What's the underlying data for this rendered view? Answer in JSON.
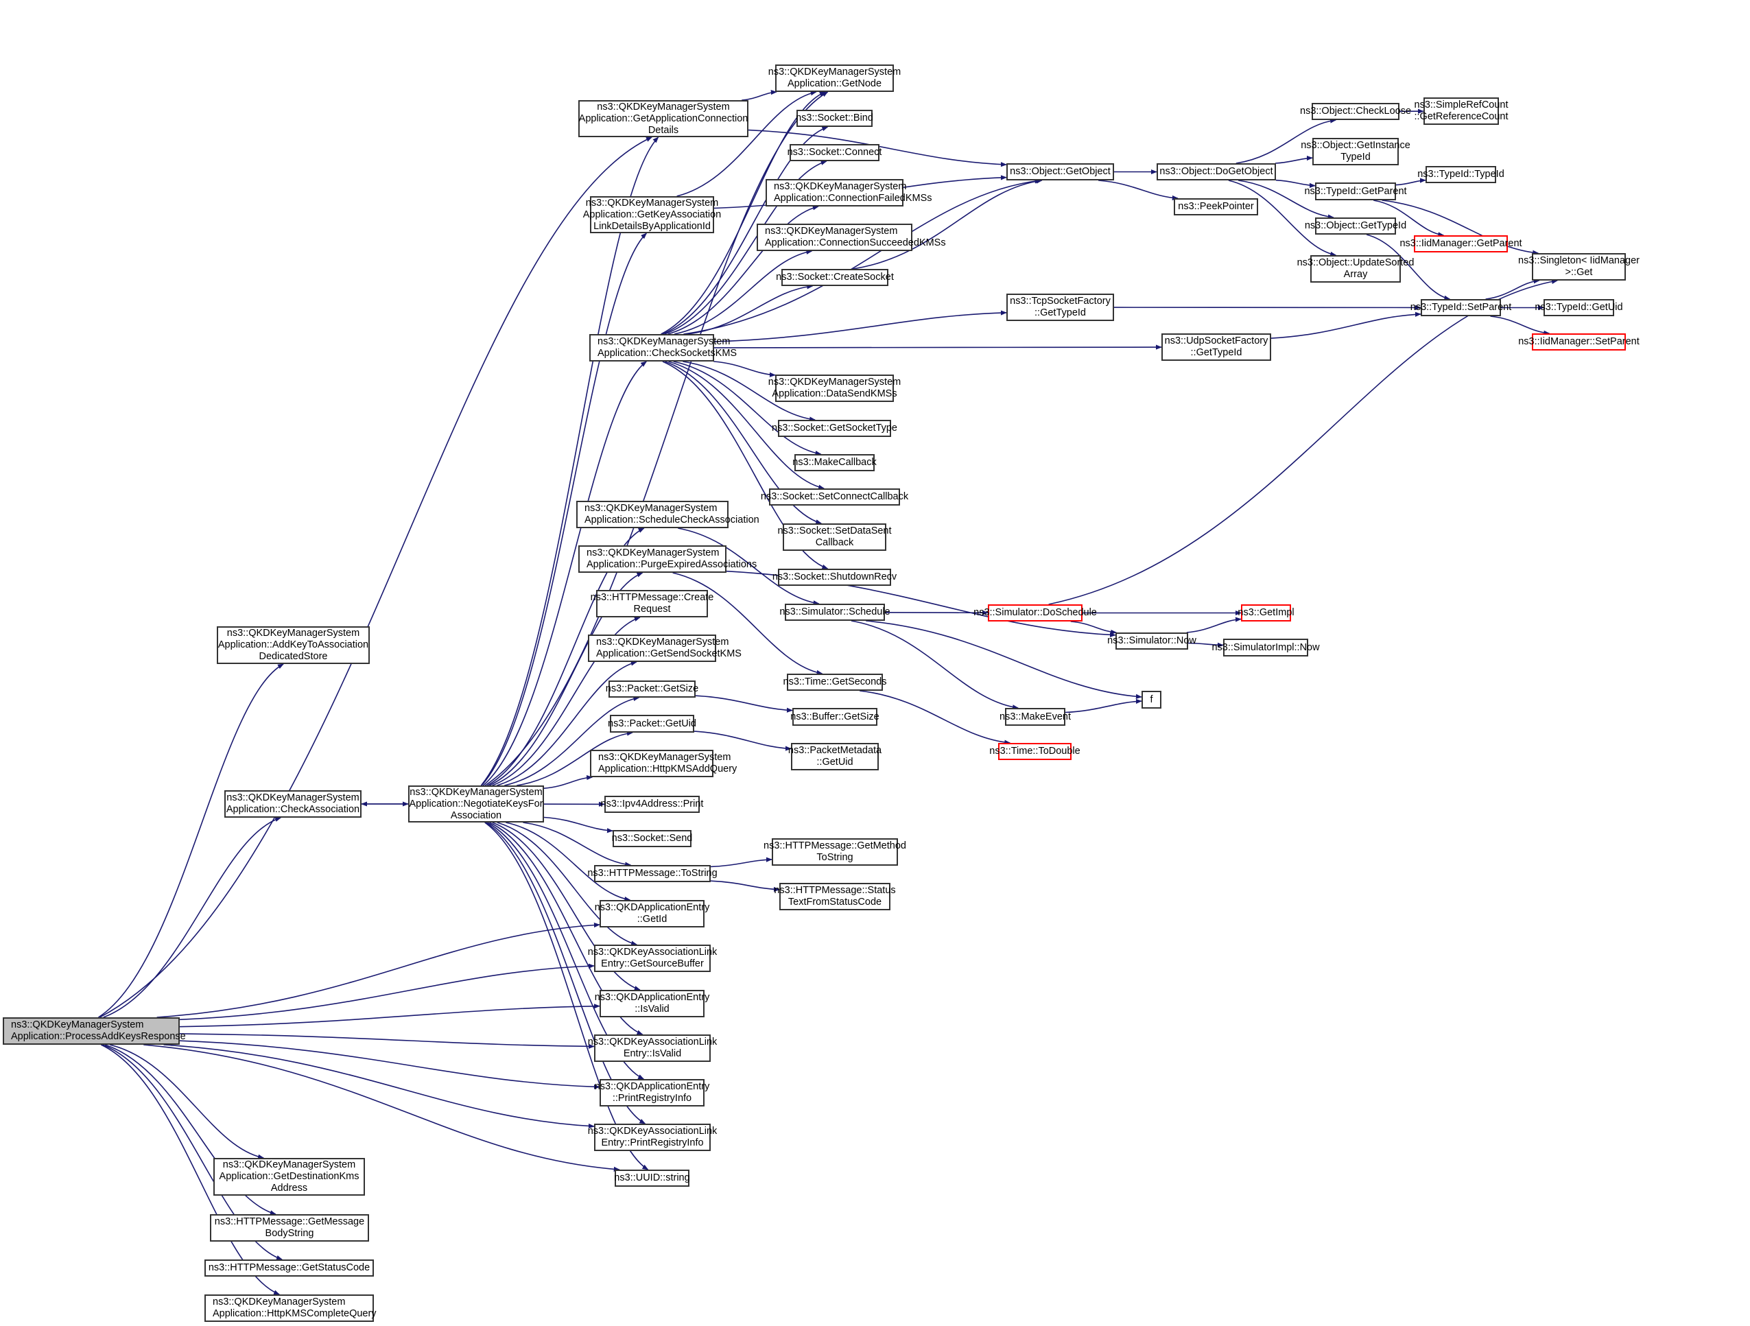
{
  "graph": {
    "title": "Call graph of ns3::QKDKeyManagerSystemApplication::ProcessAddKeysResponse",
    "edge_color": "#191970",
    "root_fill": "#bfbfbf",
    "missing_border": "#ff0000",
    "nodes": [
      {
        "id": "root",
        "lines": [
          "ns3::QKDKeyManagerSystem",
          "Application::ProcessAddKeysResponse"
        ],
        "root": true,
        "align": "left"
      },
      {
        "id": "addKey",
        "lines": [
          "ns3::QKDKeyManagerSystem",
          "Application::AddKeyToAssociation",
          "DedicatedStore"
        ]
      },
      {
        "id": "checkAssoc",
        "lines": [
          "ns3::QKDKeyManagerSystem",
          "Application::CheckAssociation"
        ]
      },
      {
        "id": "negotiate",
        "lines": [
          "ns3::QKDKeyManagerSystem",
          "Application::NegotiateKeysFor",
          "Association"
        ]
      },
      {
        "id": "getDest",
        "lines": [
          "ns3::QKDKeyManagerSystem",
          "Application::GetDestinationKms",
          "Address"
        ]
      },
      {
        "id": "getMsgBody",
        "lines": [
          "ns3::HTTPMessage::GetMessage",
          "BodyString"
        ]
      },
      {
        "id": "getStatus",
        "lines": [
          "ns3::HTTPMessage::GetStatusCode"
        ]
      },
      {
        "id": "httpComplete",
        "lines": [
          "ns3::QKDKeyManagerSystem",
          "Application::HttpKMSCompleteQuery"
        ],
        "align": "left"
      },
      {
        "id": "getAppConn",
        "lines": [
          "ns3::QKDKeyManagerSystem",
          "Application::GetApplicationConnection",
          "Details"
        ]
      },
      {
        "id": "getKeyAssoc",
        "lines": [
          "ns3::QKDKeyManagerSystem",
          "Application::GetKeyAssociation",
          "LinkDetailsByApplicationId"
        ]
      },
      {
        "id": "checkSockets",
        "lines": [
          "ns3::QKDKeyManagerSystem",
          "Application::CheckSocketsKMS"
        ],
        "align": "left"
      },
      {
        "id": "schedCheck",
        "lines": [
          "ns3::QKDKeyManagerSystem",
          "Application::ScheduleCheckAssociation"
        ],
        "align": "left"
      },
      {
        "id": "purge",
        "lines": [
          "ns3::QKDKeyManagerSystem",
          "Application::PurgeExpiredAssociations"
        ],
        "align": "left"
      },
      {
        "id": "createReq",
        "lines": [
          "ns3::HTTPMessage::Create",
          "Request"
        ]
      },
      {
        "id": "getSendSock",
        "lines": [
          "ns3::QKDKeyManagerSystem",
          "Application::GetSendSocketKMS"
        ],
        "align": "left"
      },
      {
        "id": "pktSize",
        "lines": [
          "ns3::Packet::GetSize"
        ]
      },
      {
        "id": "pktUid",
        "lines": [
          "ns3::Packet::GetUid"
        ]
      },
      {
        "id": "httpAdd",
        "lines": [
          "ns3::QKDKeyManagerSystem",
          "Application::HttpKMSAddQuery"
        ],
        "align": "left"
      },
      {
        "id": "ipv4Print",
        "lines": [
          "ns3::Ipv4Address::Print"
        ]
      },
      {
        "id": "sockSend",
        "lines": [
          "ns3::Socket::Send"
        ]
      },
      {
        "id": "toString",
        "lines": [
          "ns3::HTTPMessage::ToString"
        ]
      },
      {
        "id": "appGetId",
        "lines": [
          "ns3::QKDApplicationEntry",
          "::GetId"
        ]
      },
      {
        "id": "getSrcBuf",
        "lines": [
          "ns3::QKDKeyAssociationLink",
          "Entry::GetSourceBuffer"
        ]
      },
      {
        "id": "appIsValid",
        "lines": [
          "ns3::QKDApplicationEntry",
          "::IsValid"
        ]
      },
      {
        "id": "linkIsValid",
        "lines": [
          "ns3::QKDKeyAssociationLink",
          "Entry::IsValid"
        ]
      },
      {
        "id": "appPrint",
        "lines": [
          "ns3::QKDApplicationEntry",
          "::PrintRegistryInfo"
        ]
      },
      {
        "id": "linkPrint",
        "lines": [
          "ns3::QKDKeyAssociationLink",
          "Entry::PrintRegistryInfo"
        ]
      },
      {
        "id": "uuid",
        "lines": [
          "ns3::UUID::string"
        ]
      },
      {
        "id": "getNode",
        "lines": [
          "ns3::QKDKeyManagerSystem",
          "Application::GetNode"
        ]
      },
      {
        "id": "bind",
        "lines": [
          "ns3::Socket::Bind"
        ]
      },
      {
        "id": "connect",
        "lines": [
          "ns3::Socket::Connect"
        ]
      },
      {
        "id": "connFailed",
        "lines": [
          "ns3::QKDKeyManagerSystem",
          "Application::ConnectionFailedKMSs"
        ],
        "align": "left"
      },
      {
        "id": "connSucc",
        "lines": [
          "ns3::QKDKeyManagerSystem",
          "Application::ConnectionSucceededKMSs"
        ],
        "align": "left"
      },
      {
        "id": "createSock",
        "lines": [
          "ns3::Socket::CreateSocket"
        ]
      },
      {
        "id": "dataSend",
        "lines": [
          "ns3::QKDKeyManagerSystem",
          "Application::DataSendKMSs"
        ]
      },
      {
        "id": "sockType",
        "lines": [
          "ns3::Socket::GetSocketType"
        ]
      },
      {
        "id": "makeCb",
        "lines": [
          "ns3::MakeCallback"
        ]
      },
      {
        "id": "setConnCb",
        "lines": [
          "ns3::Socket::SetConnectCallback"
        ]
      },
      {
        "id": "setDataCb",
        "lines": [
          "ns3::Socket::SetDataSent",
          "Callback"
        ]
      },
      {
        "id": "shutdown",
        "lines": [
          "ns3::Socket::ShutdownRecv"
        ]
      },
      {
        "id": "schedule",
        "lines": [
          "ns3::Simulator::Schedule"
        ]
      },
      {
        "id": "getSeconds",
        "lines": [
          "ns3::Time::GetSeconds"
        ]
      },
      {
        "id": "bufSize",
        "lines": [
          "ns3::Buffer::GetSize"
        ]
      },
      {
        "id": "pmUid",
        "lines": [
          "ns3::PacketMetadata",
          "::GetUid"
        ]
      },
      {
        "id": "getMethod",
        "lines": [
          "ns3::HTTPMessage::GetMethod",
          "ToString"
        ]
      },
      {
        "id": "statusText",
        "lines": [
          "ns3::HTTPMessage::Status",
          "TextFromStatusCode"
        ]
      },
      {
        "id": "getObject",
        "lines": [
          "ns3::Object::GetObject"
        ]
      },
      {
        "id": "tcpType",
        "lines": [
          "ns3::TcpSocketFactory",
          "::GetTypeId"
        ]
      },
      {
        "id": "doSchedule",
        "lines": [
          "ns3::Simulator::DoSchedule"
        ],
        "red": true
      },
      {
        "id": "makeEvent",
        "lines": [
          "ns3::MakeEvent"
        ]
      },
      {
        "id": "toDouble",
        "lines": [
          "ns3::Time::ToDouble"
        ],
        "red": true
      },
      {
        "id": "doGetObject",
        "lines": [
          "ns3::Object::DoGetObject"
        ]
      },
      {
        "id": "peek",
        "lines": [
          "ns3::PeekPointer"
        ]
      },
      {
        "id": "udpType",
        "lines": [
          "ns3::UdpSocketFactory",
          "::GetTypeId"
        ]
      },
      {
        "id": "simNow",
        "lines": [
          "ns3::Simulator::Now"
        ]
      },
      {
        "id": "f",
        "lines": [
          "f"
        ]
      },
      {
        "id": "checkLoose",
        "lines": [
          "ns3::Object::CheckLoose"
        ]
      },
      {
        "id": "instType",
        "lines": [
          "ns3::Object::GetInstance",
          "TypeId"
        ]
      },
      {
        "id": "tidGetParent",
        "lines": [
          "ns3::TypeId::GetParent"
        ]
      },
      {
        "id": "objTypeId",
        "lines": [
          "ns3::Object::GetTypeId"
        ]
      },
      {
        "id": "updSorted",
        "lines": [
          "ns3::Object::UpdateSorted",
          "Array"
        ]
      },
      {
        "id": "getImpl",
        "lines": [
          "ns3::GetImpl"
        ],
        "red": true
      },
      {
        "id": "implNow",
        "lines": [
          "ns3::SimulatorImpl::Now"
        ]
      },
      {
        "id": "refCount",
        "lines": [
          "ns3::SimpleRefCount",
          "::GetReferenceCount"
        ]
      },
      {
        "id": "tidTid",
        "lines": [
          "ns3::TypeId::TypeId"
        ]
      },
      {
        "id": "iidGetParent",
        "lines": [
          "ns3::IidManager::GetParent"
        ],
        "red": true
      },
      {
        "id": "tidSetParent",
        "lines": [
          "ns3::TypeId::SetParent"
        ]
      },
      {
        "id": "singleton",
        "lines": [
          "ns3::Singleton< IidManager",
          ">::Get"
        ]
      },
      {
        "id": "tidUid",
        "lines": [
          "ns3::TypeId::GetUid"
        ]
      },
      {
        "id": "iidSetParent",
        "lines": [
          "ns3::IidManager::SetParent"
        ],
        "red": true
      }
    ],
    "edges": [
      [
        "root",
        "addKey"
      ],
      [
        "root",
        "checkAssoc"
      ],
      [
        "root",
        "getAppConn"
      ],
      [
        "root",
        "getDest"
      ],
      [
        "root",
        "getMsgBody"
      ],
      [
        "root",
        "getStatus"
      ],
      [
        "root",
        "httpComplete"
      ],
      [
        "root",
        "appGetId"
      ],
      [
        "root",
        "getSrcBuf"
      ],
      [
        "root",
        "appIsValid"
      ],
      [
        "root",
        "linkIsValid"
      ],
      [
        "root",
        "appPrint"
      ],
      [
        "root",
        "linkPrint"
      ],
      [
        "root",
        "uuid"
      ],
      [
        "checkAssoc",
        "negotiate"
      ],
      [
        "negotiate",
        "checkAssoc"
      ],
      [
        "negotiate",
        "getAppConn"
      ],
      [
        "negotiate",
        "getKeyAssoc"
      ],
      [
        "negotiate",
        "checkSockets"
      ],
      [
        "negotiate",
        "schedCheck"
      ],
      [
        "negotiate",
        "purge"
      ],
      [
        "negotiate",
        "createReq"
      ],
      [
        "negotiate",
        "getSendSock"
      ],
      [
        "negotiate",
        "pktSize"
      ],
      [
        "negotiate",
        "pktUid"
      ],
      [
        "negotiate",
        "httpAdd"
      ],
      [
        "negotiate",
        "ipv4Print"
      ],
      [
        "negotiate",
        "sockSend"
      ],
      [
        "negotiate",
        "toString"
      ],
      [
        "negotiate",
        "appGetId"
      ],
      [
        "negotiate",
        "getSrcBuf"
      ],
      [
        "negotiate",
        "appIsValid"
      ],
      [
        "negotiate",
        "linkIsValid"
      ],
      [
        "negotiate",
        "appPrint"
      ],
      [
        "negotiate",
        "linkPrint"
      ],
      [
        "negotiate",
        "uuid"
      ],
      [
        "negotiate",
        "getNode"
      ],
      [
        "getAppConn",
        "getNode"
      ],
      [
        "getAppConn",
        "getObject"
      ],
      [
        "getKeyAssoc",
        "getNode"
      ],
      [
        "getKeyAssoc",
        "getObject"
      ],
      [
        "checkSockets",
        "getNode"
      ],
      [
        "checkSockets",
        "bind"
      ],
      [
        "checkSockets",
        "connect"
      ],
      [
        "checkSockets",
        "connFailed"
      ],
      [
        "checkSockets",
        "connSucc"
      ],
      [
        "checkSockets",
        "createSock"
      ],
      [
        "checkSockets",
        "dataSend"
      ],
      [
        "checkSockets",
        "sockType"
      ],
      [
        "checkSockets",
        "makeCb"
      ],
      [
        "checkSockets",
        "setConnCb"
      ],
      [
        "checkSockets",
        "setDataCb"
      ],
      [
        "checkSockets",
        "shutdown"
      ],
      [
        "checkSockets",
        "tcpType"
      ],
      [
        "checkSockets",
        "udpType"
      ],
      [
        "checkSockets",
        "getObject"
      ],
      [
        "schedCheck",
        "schedule"
      ],
      [
        "purge",
        "getSeconds"
      ],
      [
        "purge",
        "simNow"
      ],
      [
        "pktSize",
        "bufSize"
      ],
      [
        "pktUid",
        "pmUid"
      ],
      [
        "toString",
        "getMethod"
      ],
      [
        "toString",
        "statusText"
      ],
      [
        "createSock",
        "getObject"
      ],
      [
        "getObject",
        "doGetObject"
      ],
      [
        "getObject",
        "peek"
      ],
      [
        "doGetObject",
        "checkLoose"
      ],
      [
        "doGetObject",
        "instType"
      ],
      [
        "doGetObject",
        "tidGetParent"
      ],
      [
        "doGetObject",
        "objTypeId"
      ],
      [
        "doGetObject",
        "updSorted"
      ],
      [
        "checkLoose",
        "refCount"
      ],
      [
        "tidGetParent",
        "tidTid"
      ],
      [
        "tidGetParent",
        "iidGetParent"
      ],
      [
        "tidGetParent",
        "singleton"
      ],
      [
        "objTypeId",
        "tidSetParent"
      ],
      [
        "tcpType",
        "tidSetParent"
      ],
      [
        "udpType",
        "tidSetParent"
      ],
      [
        "tidSetParent",
        "singleton"
      ],
      [
        "tidSetParent",
        "tidUid"
      ],
      [
        "tidSetParent",
        "iidSetParent"
      ],
      [
        "schedule",
        "doSchedule"
      ],
      [
        "schedule",
        "makeEvent"
      ],
      [
        "schedule",
        "f"
      ],
      [
        "doSchedule",
        "getImpl"
      ],
      [
        "doSchedule",
        "simNow"
      ],
      [
        "doSchedule",
        "singleton"
      ],
      [
        "simNow",
        "getImpl"
      ],
      [
        "simNow",
        "implNow"
      ],
      [
        "makeEvent",
        "f"
      ],
      [
        "getSeconds",
        "toDouble"
      ]
    ]
  }
}
